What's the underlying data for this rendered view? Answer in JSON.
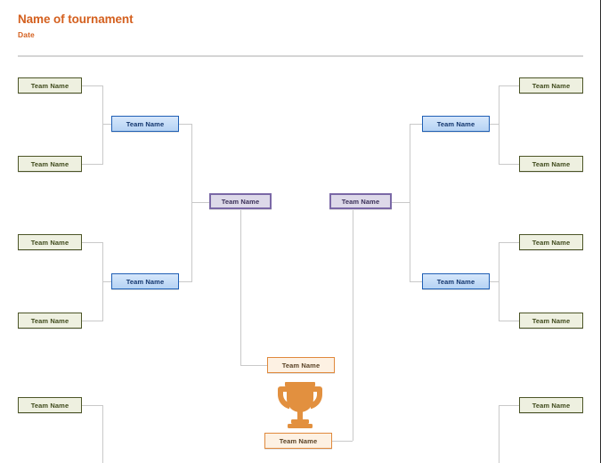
{
  "header": {
    "title": "Name of tournament",
    "date": "Date"
  },
  "bracket": {
    "team_label": "Team Name",
    "left": {
      "round1": [
        {
          "label": "Team Name"
        },
        {
          "label": "Team Name"
        },
        {
          "label": "Team Name"
        },
        {
          "label": "Team Name"
        },
        {
          "label": "Team Name"
        }
      ],
      "round2": [
        {
          "label": "Team Name"
        },
        {
          "label": "Team Name"
        }
      ],
      "semifinal": {
        "label": "Team Name"
      }
    },
    "right": {
      "round1": [
        {
          "label": "Team Name"
        },
        {
          "label": "Team Name"
        },
        {
          "label": "Team Name"
        },
        {
          "label": "Team Name"
        },
        {
          "label": "Team Name"
        }
      ],
      "round2": [
        {
          "label": "Team Name"
        },
        {
          "label": "Team Name"
        }
      ],
      "semifinal": {
        "label": "Team Name"
      }
    },
    "final": [
      {
        "label": "Team Name"
      },
      {
        "label": "Team Name"
      }
    ],
    "trophy_icon": "trophy-icon"
  },
  "colors": {
    "accent": "#d4601f",
    "round1_border": "#4c5527",
    "round1_fill": "#eef0e0",
    "round2_border": "#1f5fb5",
    "round2_fill": "#bdd7f5",
    "semifinal_border": "#7a68a6",
    "semifinal_fill": "#ddd9e9",
    "final_border": "#e0893c",
    "final_fill": "#fdf1e3",
    "connector": "#c9c9c9",
    "divider": "#d5d5d5"
  }
}
